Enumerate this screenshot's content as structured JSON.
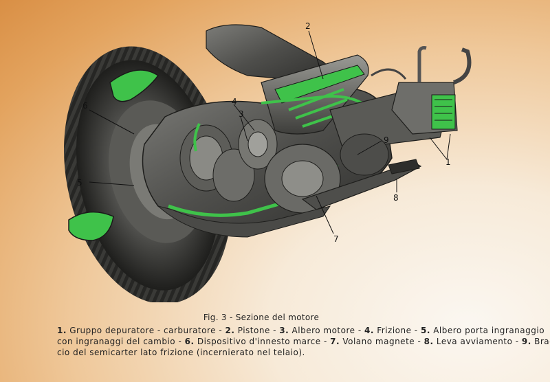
{
  "figure": {
    "caption": "Fig. 3 - Sezione del motore"
  },
  "callouts": [
    "1",
    "2",
    "3",
    "4",
    "5",
    "6",
    "7",
    "8",
    "9"
  ],
  "legend": {
    "line1_a": "1.",
    "line1_b": " Gruppo depuratore - carburatore - ",
    "line1_c": "2.",
    "line1_d": " Pistone - ",
    "line1_e": "3.",
    "line1_f": " Albero motore - ",
    "line1_g": "4.",
    "line1_h": " Frizione - ",
    "line1_i": "5.",
    "line1_j": " Albero porta ingranaggio",
    "line2_a": "con ingranaggi del cambio - ",
    "line2_b": "6.",
    "line2_c": " Dispositivo d'innesto marce - ",
    "line2_d": "7.",
    "line2_e": " Volano magnete - ",
    "line2_f": "8.",
    "line2_g": " Leva avviamento - ",
    "line2_h": "9.",
    "line2_i": " Braccio",
    "line3": "cio del semicarter lato frizione (incernierato nel telaio)."
  },
  "colors": {
    "cutaway_green": "#3fc24a",
    "metal_dark": "#3a3a38",
    "metal_mid": "#6a6a66",
    "metal_light": "#a8a8a2"
  }
}
